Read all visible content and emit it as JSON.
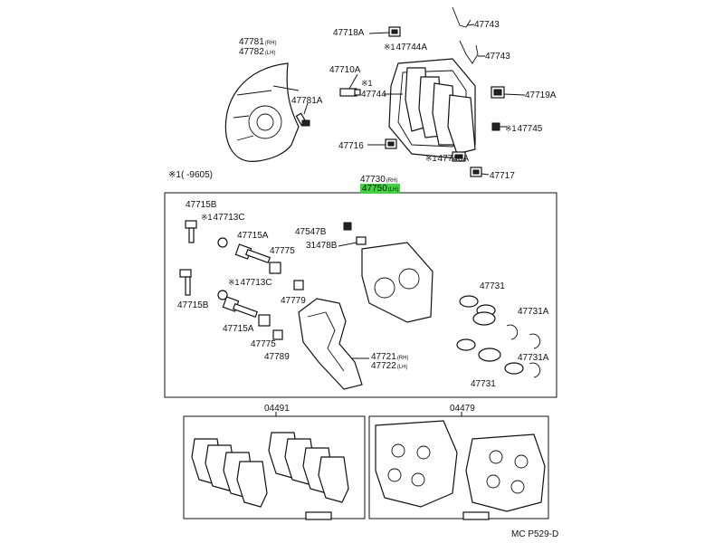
{
  "labels": {
    "p47781": "47781",
    "p47781_sub": "(RH)",
    "p47782": "47782",
    "p47782_sub": "(LH)",
    "p47781A": "47781A",
    "p47718A": "47718A",
    "p47744A": "47744A",
    "p47743_top": "47743",
    "p47743": "47743",
    "p47710A": "47710A",
    "p47744": "47744",
    "p47719A": "47719A",
    "p47745": "47745",
    "p47716": "47716",
    "p47746A": "47746A",
    "p47717": "47717",
    "note_range": "(     -9605)",
    "p47730": "47730",
    "p47730_sub": "(RH)",
    "p47750": "47750",
    "p47750_sub": "(LH)",
    "p47715B_top": "47715B",
    "p47713C_top": "47713C",
    "p47715A_top": "47715A",
    "p47775_top": "47775",
    "p47547B": "47547B",
    "p31478B": "31478B",
    "p47713C_mid": "47713C",
    "p47779": "47779",
    "p47715B_bot": "47715B",
    "p47715A_bot": "47715A",
    "p47775_bot": "47775",
    "p47789": "47789",
    "p47721": "47721",
    "p47721_sub": "(RH)",
    "p47722": "47722",
    "p47722_sub": "(LH)",
    "p47731_top": "47731",
    "p47731A_top": "47731A",
    "p47731A_bot": "47731A",
    "p47731_bot": "47731",
    "p04491": "04491",
    "p04479": "04479",
    "code": "MC  P529-D"
  },
  "note_marker": "※1",
  "star": "※1",
  "colors": {
    "highlight": "#44d244",
    "ink": "#111111"
  }
}
